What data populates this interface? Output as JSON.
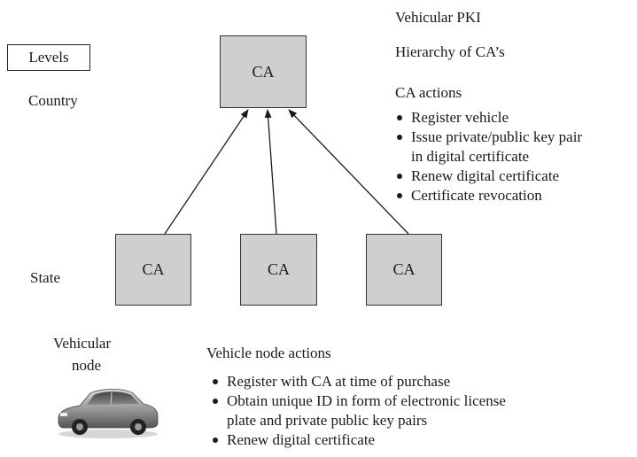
{
  "header": {
    "title": "Vehicular PKI",
    "subtitle": "Hierarchy of CA’s"
  },
  "levels": {
    "box_label": "Levels",
    "country": "Country",
    "state": "State",
    "vehicular_node": [
      "Vehicular",
      "node"
    ]
  },
  "nodes": {
    "root": "CA",
    "state": [
      "CA",
      "CA",
      "CA"
    ]
  },
  "ca_actions": {
    "heading": "CA actions",
    "items": [
      [
        "Register vehicle"
      ],
      [
        "Issue private/public key pair",
        "in digital certificate"
      ],
      [
        "Renew digital certificate"
      ],
      [
        "Certificate revocation"
      ]
    ]
  },
  "vehicle_actions": {
    "heading": "Vehicle node actions",
    "items": [
      [
        "Register with CA at time of purchase"
      ],
      [
        "Obtain unique ID in form of electronic license",
        "plate and private public key pairs"
      ],
      [
        "Renew digital certificate"
      ]
    ]
  },
  "icons": {
    "car": "car-icon"
  },
  "colors": {
    "ca_fill": "#cfcfcf",
    "border": "#333333",
    "text": "#1a1a1a"
  }
}
